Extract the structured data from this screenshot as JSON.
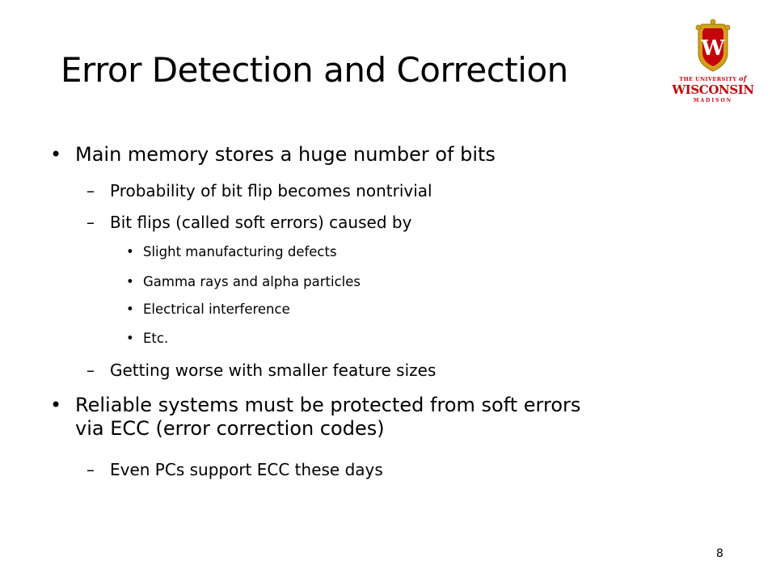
{
  "slide": {
    "title": "Error Detection and Correction",
    "page_number": "8"
  },
  "logo": {
    "line1": "THE UNIVERSITY",
    "line2": "of",
    "name": "WISCONSIN",
    "line3": "MADISON",
    "crest_letter": "W",
    "colors": {
      "red": "#c5050c",
      "gold": "#d4a017",
      "white": "#ffffff"
    }
  },
  "bullets": {
    "b1": {
      "marker": "•",
      "text": "Main memory stores a huge number of bits",
      "sub": {
        "s1": {
          "marker": "–",
          "text": "Probability of bit flip becomes nontrivial"
        },
        "s2": {
          "marker": "–",
          "text": "Bit flips (called soft errors) caused by",
          "sub": {
            "t1": {
              "marker": "•",
              "text": "Slight manufacturing defects"
            },
            "t2": {
              "marker": "•",
              "text": "Gamma rays and alpha particles"
            },
            "t3": {
              "marker": "•",
              "text": "Electrical interference"
            },
            "t4": {
              "marker": "•",
              "text": "Etc."
            }
          }
        },
        "s3": {
          "marker": "–",
          "text": "Getting worse with smaller feature sizes"
        }
      }
    },
    "b2": {
      "marker": "•",
      "text_line1": "Reliable systems must be protected from soft errors",
      "text_line2": "via ECC (error correction codes)",
      "sub": {
        "s1": {
          "marker": "–",
          "text": "Even PCs support ECC these days"
        }
      }
    }
  }
}
